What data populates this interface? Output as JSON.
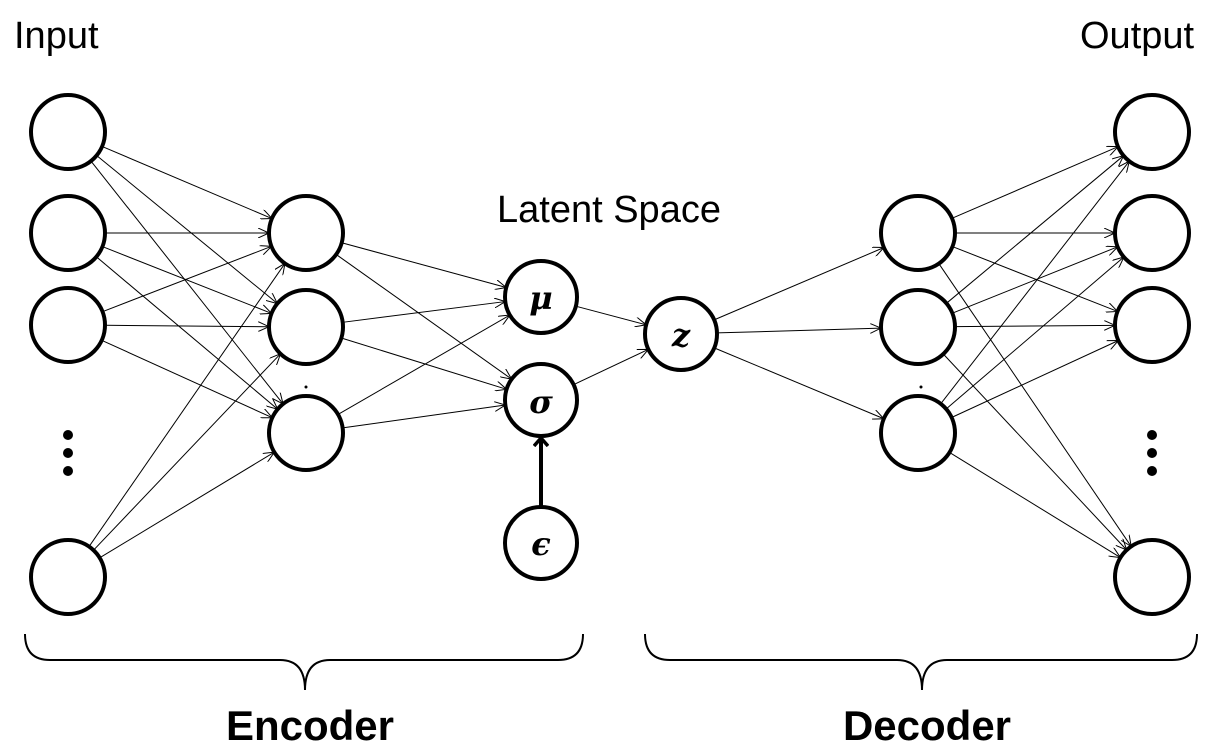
{
  "labels": {
    "input": "Input",
    "output": "Output",
    "latent_space": "Latent Space",
    "encoder": "Encoder",
    "decoder": "Decoder"
  },
  "latent_nodes": {
    "mu": "μ",
    "sigma": "σ",
    "epsilon": "ϵ",
    "z": "z"
  },
  "colors": {
    "stroke": "#000000",
    "background": "#ffffff"
  }
}
